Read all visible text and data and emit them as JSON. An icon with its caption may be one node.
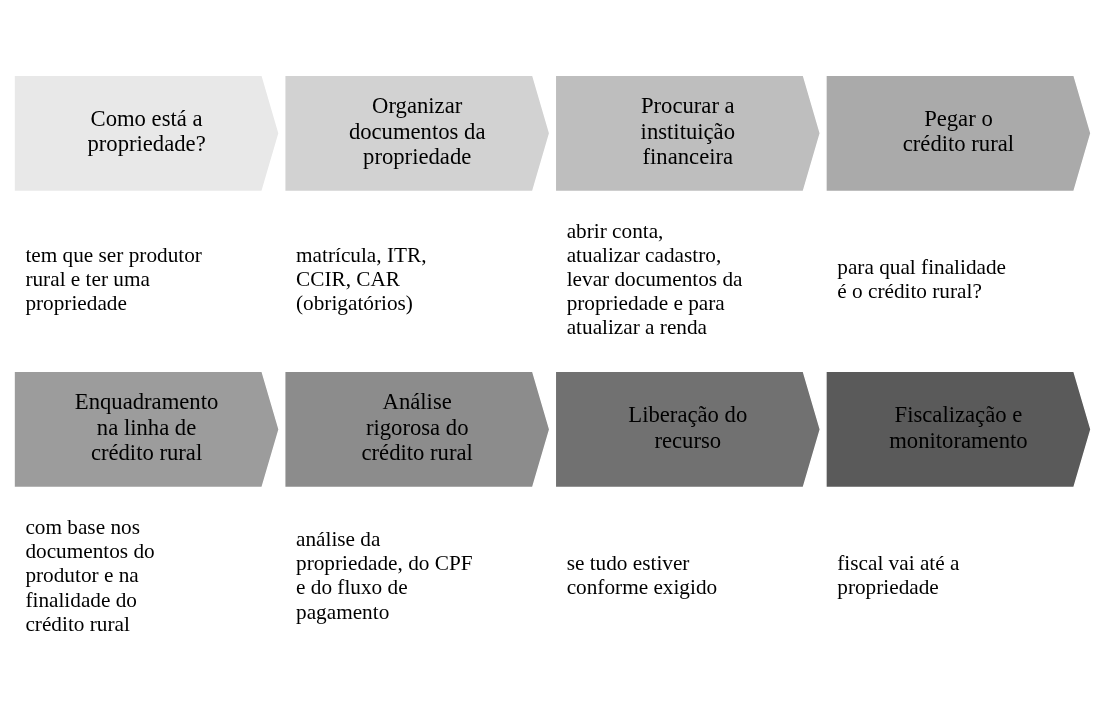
{
  "diagram": {
    "nodes": [
      {
        "text": [
          "Como está a propriedade?"
        ],
        "beside": [
          "tem que ser produtor rural e ter uma propriedade"
        ]
      },
      {
        "text": [
          "Organizar documentos da propriedade"
        ],
        "beside": [
          "matrícula, ITR, CCIR, CAR (obrigatórios)"
        ]
      },
      {
        "text": [
          "Procurar a instituição financeira"
        ],
        "beside": [
          "abrir conta, atualizar cadastro, levar documentos da propriedade e para atualizar a renda"
        ]
      },
      {
        "text": [
          "Pegar o crédito rural"
        ],
        "beside": [
          "para qual finalidade é o crédito rural?"
        ]
      },
      {
        "text": [
          "Enquadramento na linha de crédito rural"
        ],
        "beside": [
          "com base nos documentos do produtor e na finalidade do crédito rural"
        ]
      },
      {
        "text": [
          "Análise rigorosa do crédito rural"
        ],
        "beside": [
          "análise da propriedade, do CPF e do fluxo de pagamento"
        ]
      },
      {
        "text": [
          "Liberação do recurso"
        ],
        "beside": [
          "se tudo estiver conforme exigido"
        ]
      },
      {
        "text": [
          "Fiscalização e monitoramento"
        ],
        "beside": [
          "fiscal vai até a propriedade"
        ]
      }
    ]
  }
}
